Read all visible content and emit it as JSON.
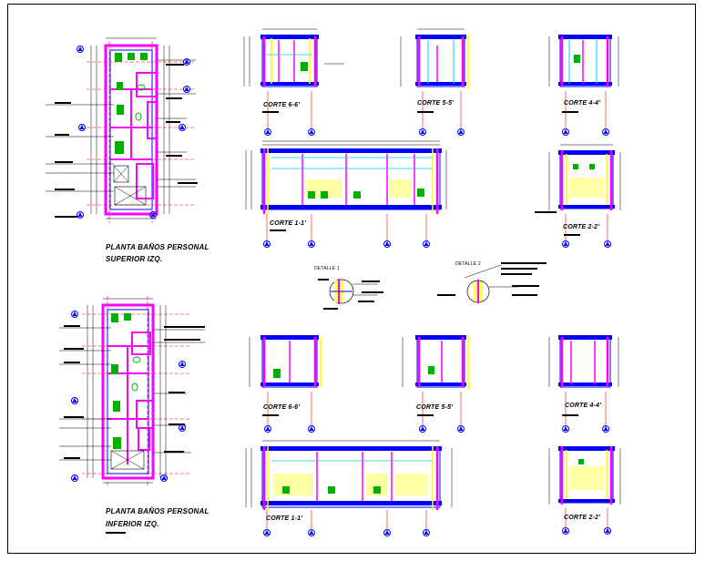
{
  "labels": {
    "plan_upper_1": "PLANTA BAÑOS PERSONAL",
    "plan_upper_2": "SUPERIOR IZQ.",
    "plan_lower_1": "PLANTA BAÑOS PERSONAL",
    "plan_lower_2": "INFERIOR IZQ.",
    "corte_66_top": "CORTE 6-6'",
    "corte_55_top": "CORTE 5-5'",
    "corte_44_top": "CORTE 4-4'",
    "corte_11_top": "CORTE 1-1'",
    "corte_22_top": "CORTE 2-2'",
    "detalle_1": "DETALLE 1",
    "detalle_2": "DETALLE 2",
    "corte_66_bot": "CORTE 6-6'",
    "corte_55_bot": "CORTE 5-5'",
    "corte_44_bot": "CORTE 4-4'",
    "corte_11_bot": "CORTE 1-1'",
    "corte_22_bot": "CORTE 2-2'"
  },
  "colors": {
    "magenta": "#ff00ff",
    "blue": "#0000ff",
    "cyan": "#00c8ff",
    "yellow": "#ffff00",
    "green": "#00b000",
    "red": "#ff0000",
    "black": "#000000"
  }
}
